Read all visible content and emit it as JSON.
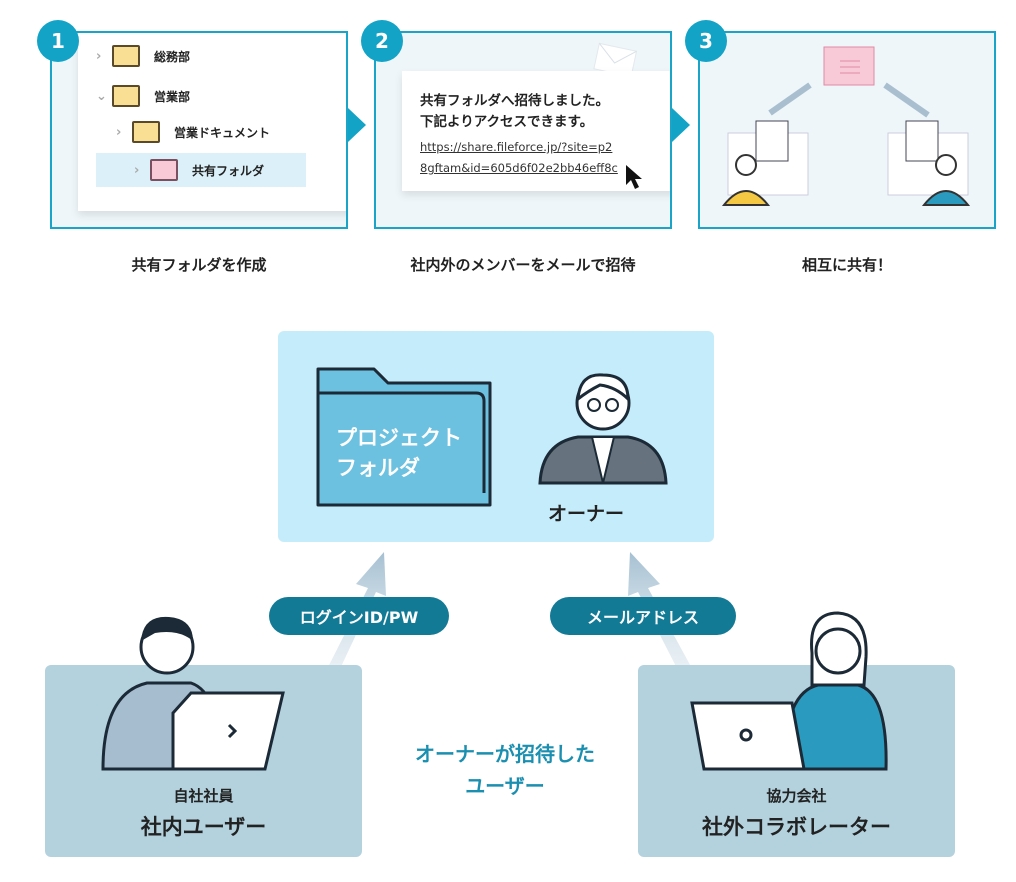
{
  "steps": [
    {
      "number": "1",
      "caption": "共有フォルダを作成",
      "tree": [
        "総務部",
        "営業部",
        "営業ドキュメント",
        "共有フォルダ"
      ]
    },
    {
      "number": "2",
      "caption": "社内外のメンバーをメールで招待",
      "message_line1": "共有フォルダへ招待しました。",
      "message_line2": "下記よりアクセスできます。",
      "link_line1": "https://share.fileforce.jp/?site=p2",
      "link_line2": "8gftam&id=605d6f02e2bb46eff8c"
    },
    {
      "number": "3",
      "caption": "相互に共有！"
    }
  ],
  "diagram": {
    "folder_label_1": "プロジェクト",
    "folder_label_2": "フォルダ",
    "owner_label": "オーナー",
    "pill_left": "ログインID/PW",
    "pill_right": "メールアドレス",
    "center_line1": "オーナーが招待した",
    "center_line2": "ユーザー",
    "left_sub": "自社社員",
    "left_title": "社内ユーザー",
    "right_sub": "協力会社",
    "right_title": "社外コラボレーター"
  },
  "colors": {
    "accent": "#12a3c7",
    "pill": "#137a96",
    "top_box": "#c5ecfb",
    "bottom_box": "#b3d2de"
  }
}
